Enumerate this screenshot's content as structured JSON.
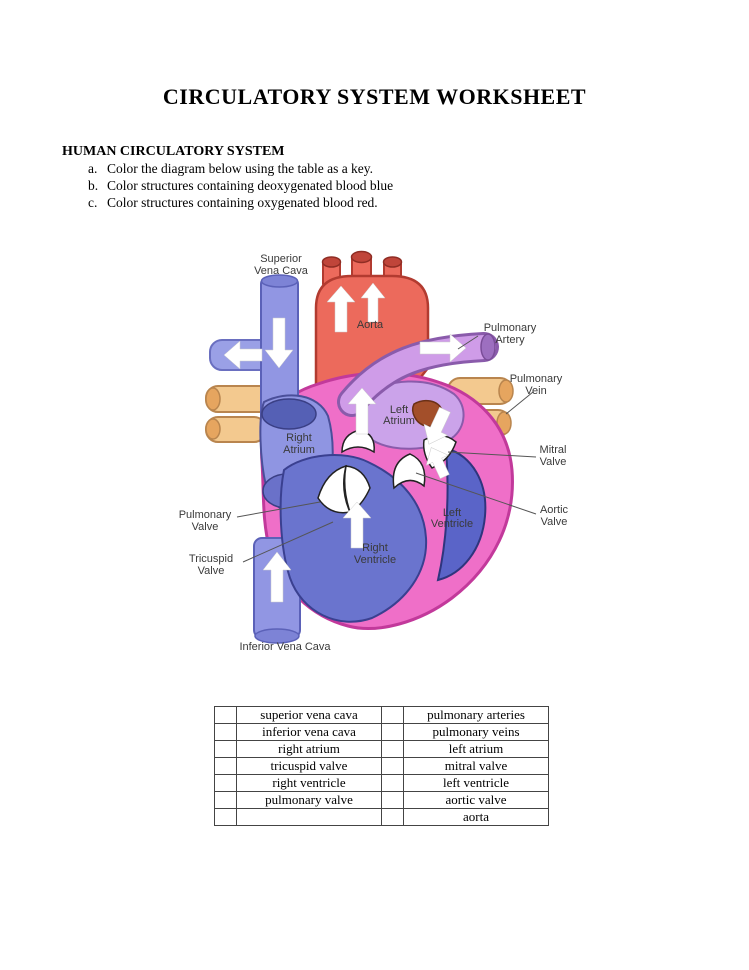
{
  "page": {
    "title": "CIRCULATORY SYSTEM WORKSHEET",
    "section_heading": "HUMAN CIRCULATORY SYSTEM",
    "instructions": [
      {
        "letter": "a.",
        "text": "Color the diagram below using the table as a key."
      },
      {
        "letter": "b.",
        "text": "Color structures containing deoxygenated blood blue"
      },
      {
        "letter": "c.",
        "text": "Color structures containing oxygenated blood red."
      }
    ]
  },
  "diagram": {
    "labels": {
      "superior_vena_cava": [
        "Superior",
        "Vena Cava"
      ],
      "aorta": [
        "Aorta"
      ],
      "pulmonary_artery": [
        "Pulmonary",
        "Artery"
      ],
      "pulmonary_vein": [
        "Pulmonary",
        "Vein"
      ],
      "left_atrium": [
        "Left",
        "Atrium"
      ],
      "right_atrium": [
        "Right",
        "Atrium"
      ],
      "mitral_valve": [
        "Mitral",
        "Valve"
      ],
      "pulmonary_valve": [
        "Pulmonary",
        "Valve"
      ],
      "aortic_valve": [
        "Aortic",
        "Valve"
      ],
      "tricuspid_valve": [
        "Tricuspid",
        "Valve"
      ],
      "left_ventricle": [
        "Left",
        "Ventricle"
      ],
      "right_ventricle": [
        "Right",
        "Ventricle"
      ],
      "inferior_vena_cava": [
        "Inferior Vena Cava"
      ]
    },
    "colors": {
      "vena_cava": "#9196e3",
      "vena_cava_stroke": "#5b61b8",
      "vena_cava_cap": "#7d83d6",
      "aorta": "#ec6a5c",
      "aorta_stroke": "#b23b30",
      "aorta_cap": "#c0453a",
      "pulmonary_artery": "#cf9ce8",
      "pulmonary_artery_stroke": "#8a5bab",
      "pulmonary_artery_cap": "#9d6fc0",
      "pulmonary_vein": "#f3c98f",
      "pulmonary_vein_stroke": "#b9854e",
      "pulmonary_vein_cap": "#e6a55f",
      "left_pa_stub": "#9aa0e6",
      "heart_outer": "#ef6fc8",
      "heart_outer_stroke": "#c2399b",
      "right_atrium": "#8f95e2",
      "right_atrium_stroke": "#4a4f9a",
      "atrium_oval_top": "#5560b5",
      "atrium_oval_bottom": "#6a71c9",
      "left_atrium": "#cba3ea",
      "vein_opening": "#a34f2a",
      "right_ventricle": "#6a74ce",
      "right_ventricle_stroke": "#3a4090",
      "left_ventricle": "#5a64c8",
      "left_ventricle_stroke": "#2f357d",
      "valve_fill": "#ffffff",
      "arrow_fill": "#ffffff"
    }
  },
  "key_table": {
    "rows": [
      {
        "left": "superior vena cava",
        "right": "pulmonary arteries"
      },
      {
        "left": "inferior vena cava",
        "right": "pulmonary veins"
      },
      {
        "left": "right atrium",
        "right": "left atrium"
      },
      {
        "left": "tricuspid valve",
        "right": "mitral valve"
      },
      {
        "left": "right ventricle",
        "right": "left ventricle"
      },
      {
        "left": "pulmonary valve",
        "right": "aortic valve"
      },
      {
        "left": "",
        "right": "aorta"
      }
    ]
  }
}
